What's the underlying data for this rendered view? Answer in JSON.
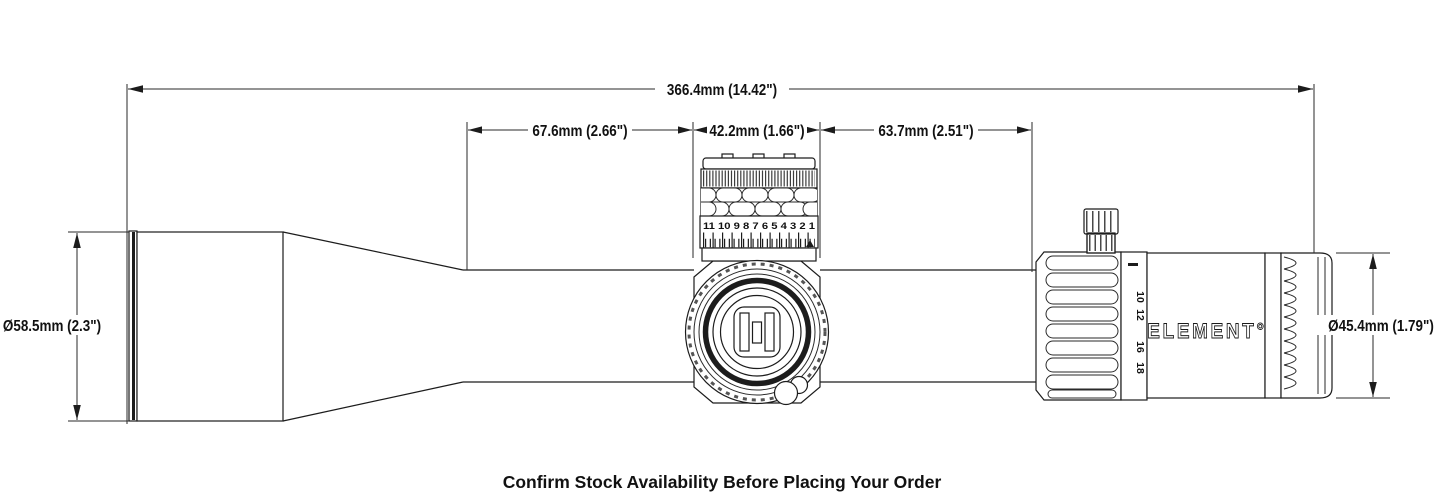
{
  "page": {
    "background": "#ffffff",
    "line_color": "#1c1c1c",
    "caption": "Confirm Stock Availability Before Placing Your Order"
  },
  "scope": {
    "brand_label": "ELEMENT°",
    "turret_dial_numbers": "11 10 9 8 7 6 5 4 3 2 1",
    "mag_ring_numbers": [
      "10",
      "12",
      "16",
      "18"
    ]
  },
  "dimensions": {
    "overall_length": "366.4mm (14.42\")",
    "front_tube_length": "67.6mm (2.66\")",
    "saddle_length": "42.2mm (1.66\")",
    "rear_tube_length": "63.7mm (2.51\")",
    "objective_diameter": "Ø58.5mm (2.3\")",
    "ocular_diameter": "Ø45.4mm (1.79\")"
  }
}
